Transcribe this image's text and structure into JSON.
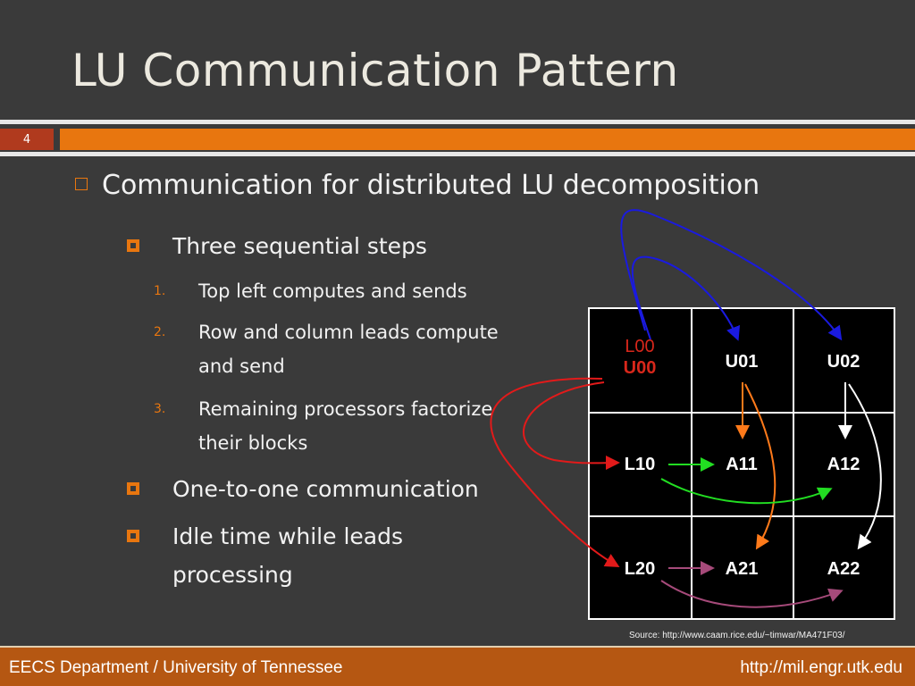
{
  "slide": {
    "title": "LU Communication Pattern",
    "number": "4"
  },
  "content": {
    "main_bullet": "Communication for distributed LU decomposition",
    "sub_bullets": [
      "Three sequential steps",
      "One-to-one communication",
      "Idle time while leads processing"
    ],
    "sub_bullet_3_line1": "Idle time while leads",
    "sub_bullet_3_line2": "processing",
    "steps": [
      {
        "num": "1.",
        "line1": "Top left computes and sends",
        "line2": ""
      },
      {
        "num": "2.",
        "line1": "Row and column leads compute",
        "line2": "and send"
      },
      {
        "num": "3.",
        "line1": "Remaining processors factorize",
        "line2": "their blocks"
      }
    ]
  },
  "matrix": {
    "cells": [
      [
        "L00",
        "U01",
        "U02"
      ],
      [
        "L10",
        "A11",
        "A12"
      ],
      [
        "L20",
        "A21",
        "A22"
      ]
    ],
    "cell00_line2": "U00",
    "colors": {
      "lead": "#d8271b",
      "arrow_blue": "#1a1ae0",
      "arrow_red": "#e21a1a",
      "arrow_orange": "#ff7a1a",
      "arrow_green": "#22dd22",
      "arrow_purple": "#a64a7a",
      "arrow_white": "#ffffff"
    }
  },
  "source": "Source: http://www.caam.rice.edu/~timwar/MA471F03/",
  "footer": {
    "left": "EECS Department / University of Tennessee",
    "right": "http://mil.engr.utk.edu"
  }
}
